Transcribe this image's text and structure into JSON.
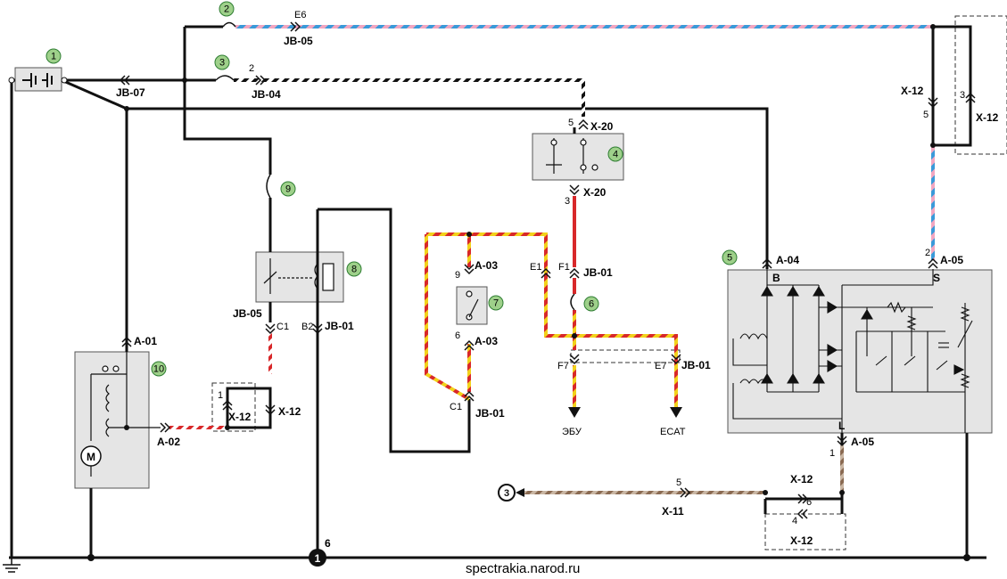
{
  "watermark": "spectrakia.narod.ru",
  "components": [
    "1",
    "2",
    "3",
    "4",
    "5",
    "6",
    "7",
    "8",
    "9",
    "10"
  ],
  "ground_node": "1",
  "ground_pin": "6",
  "source_marker": "3",
  "motor_label": "M",
  "connectors": {
    "jb05_top": "JB-05",
    "jb04_top": "JB-04",
    "jb07": "JB-07",
    "x20_top": "X-20",
    "x20_bot": "X-20",
    "jb01_f1": "JB-01",
    "jb01_e7": "JB-01",
    "jb01_c1": "JB-01",
    "jb01_b2": "JB-01",
    "jb05_c1": "JB-05",
    "a03_top": "A-03",
    "a03_bot": "A-03",
    "a04": "A-04",
    "a05_top": "A-05",
    "a05_bot": "A-05",
    "a01": "A-01",
    "a02": "A-02",
    "x12_right_a": "X-12",
    "x12_right_b": "X-12",
    "x12_mid_a": "X-12",
    "x12_mid_b": "X-12",
    "x12_bot_a": "X-12",
    "x12_bot_b": "X-12",
    "x11": "X-11"
  },
  "pins": {
    "e6": "E6",
    "p2_top": "2",
    "p5_x20": "5",
    "p3_x20": "3",
    "e1": "E1",
    "f1": "F1",
    "f7": "F7",
    "e7": "E7",
    "p9_a03": "9",
    "p6_a03": "6",
    "c1_jb01": "C1",
    "c1_jb05": "C1",
    "b2": "B2",
    "p5_x12": "5",
    "p3_x12": "3",
    "p2_a05": "2",
    "p1_a05": "1",
    "p1_x12": "1",
    "p5_x11": "5",
    "p6_x12": "6",
    "p4_x12": "4",
    "term_b": "B",
    "term_s": "S",
    "term_l": "L"
  },
  "ecu_label": "ЭБУ",
  "ecat_label": "ECAT",
  "colors": {
    "wire_black": "#111111",
    "wire_red": "#d8282a",
    "wire_yellow": "#f2d21b",
    "wire_blue": "#3a9ad9",
    "wire_pink": "#f2a6c0",
    "wire_brown": "#9a7b62",
    "wire_white": "#ffffff",
    "box_fill": "#e5e5e5",
    "marker_fill": "#9ed08a",
    "marker_stroke": "#2e7d32"
  }
}
